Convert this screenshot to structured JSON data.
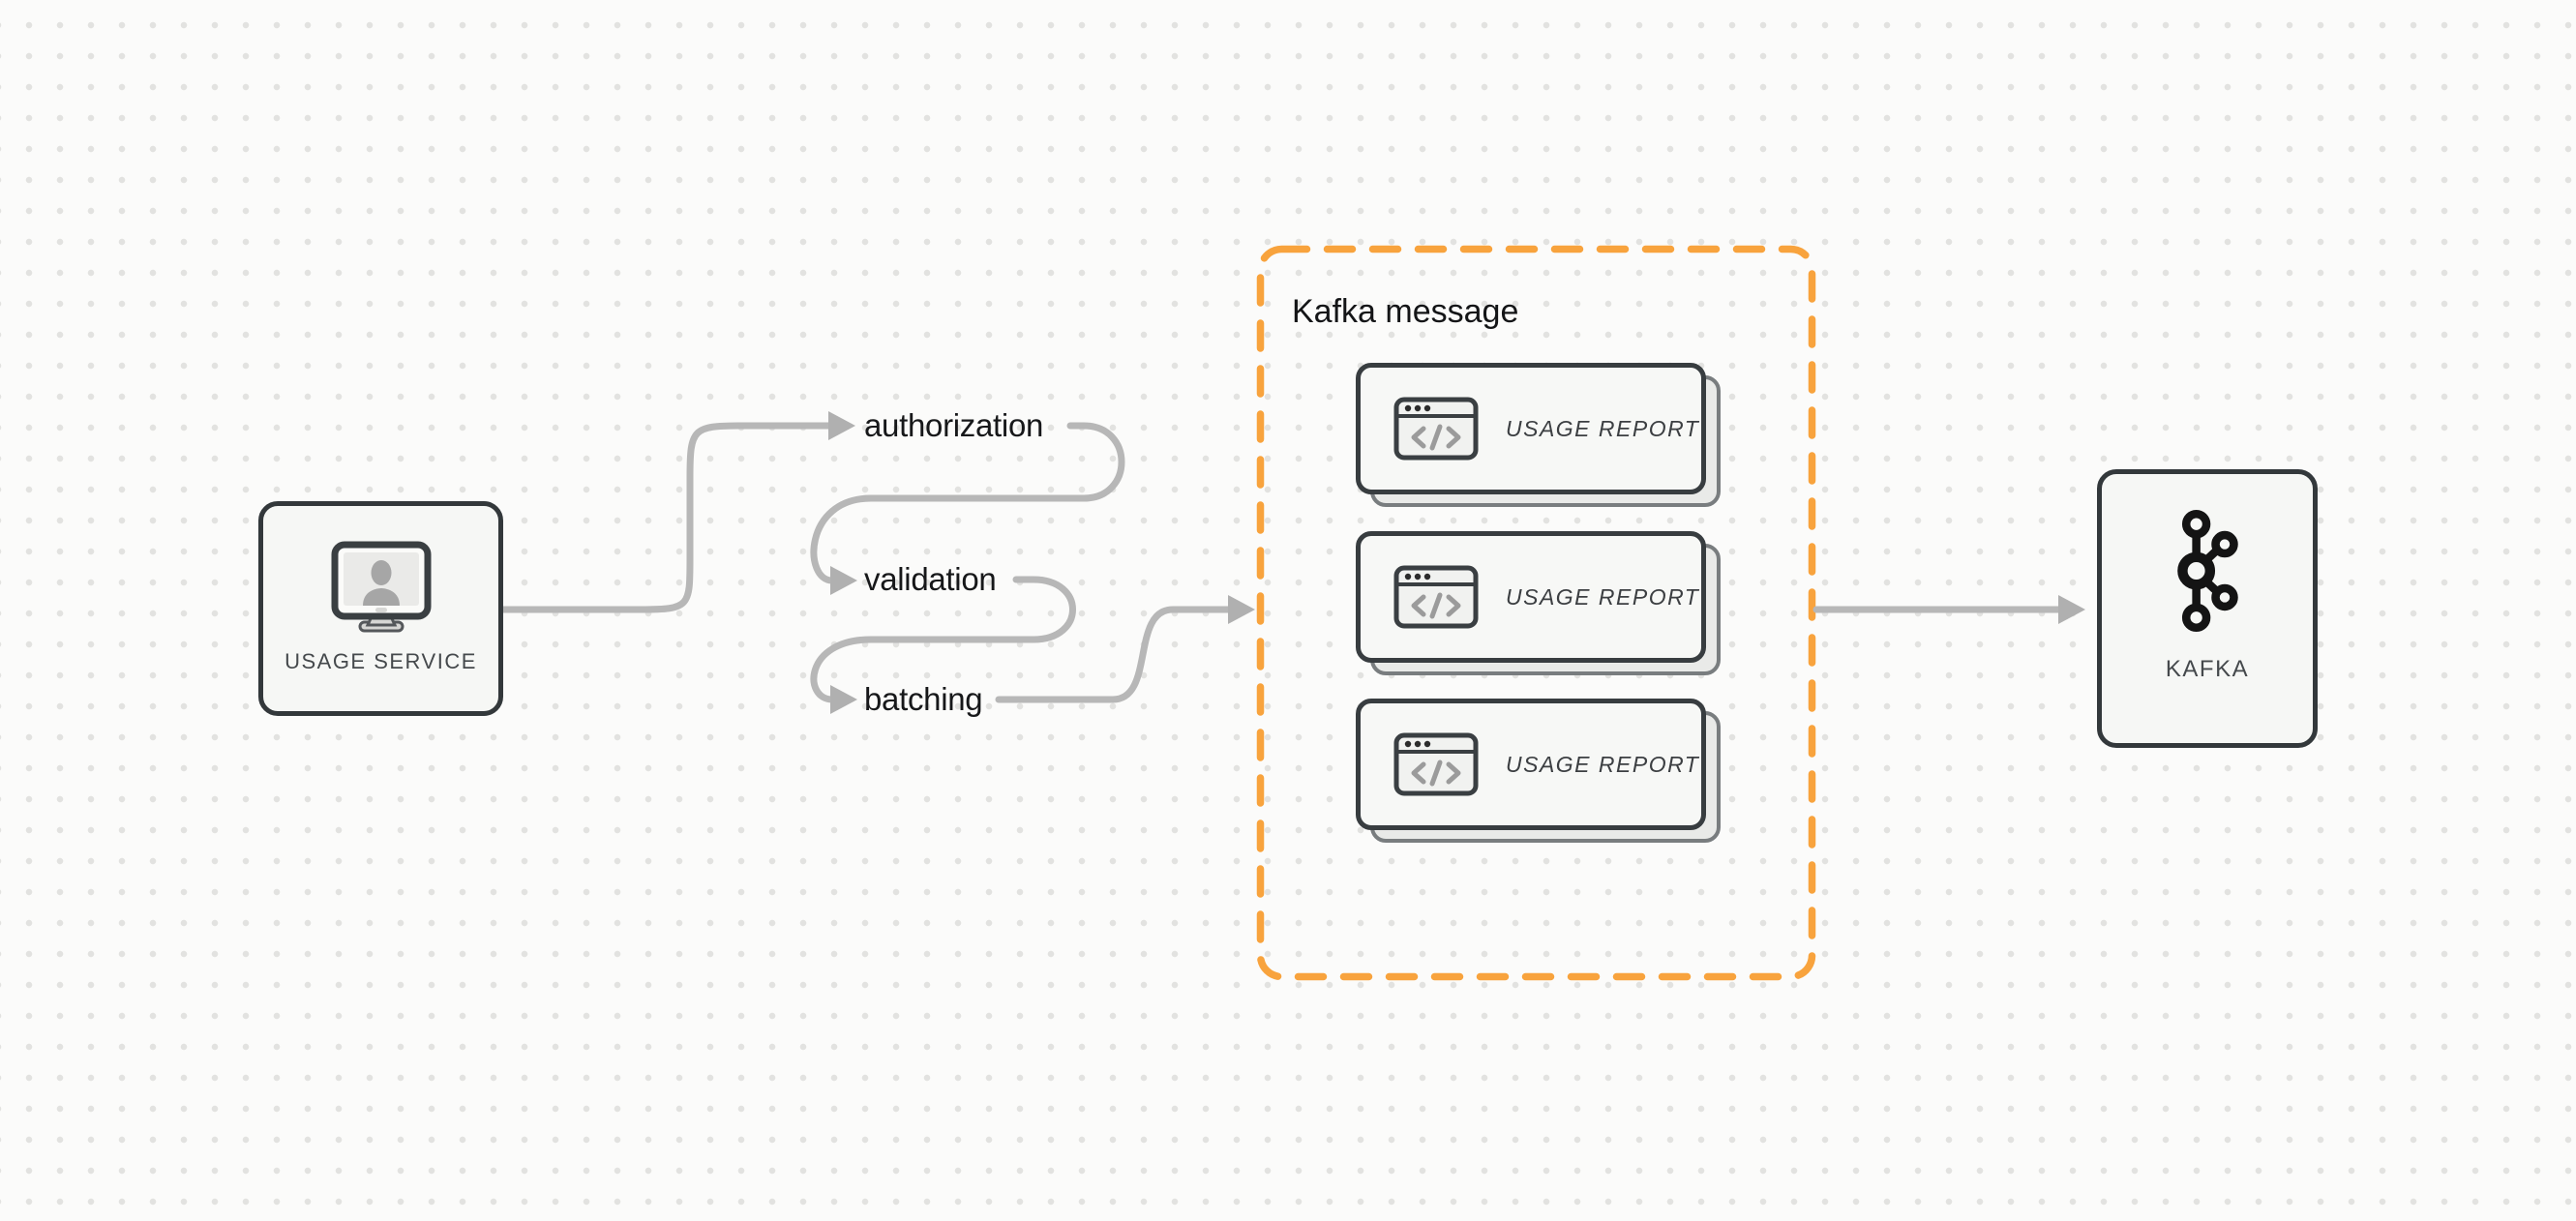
{
  "diagram": {
    "background": {
      "page_color": "#fbfbfa",
      "dot_color": "#e2e2e0"
    },
    "colors": {
      "accent_orange": "#f8a33d",
      "arrow_gray": "#b7b7b7",
      "node_border": "#33383b",
      "node_background": "#f6f7f5",
      "label_dark": "#17181a",
      "muted_text": "#45494c"
    },
    "nodes": {
      "usage_service": {
        "label": "USAGE SERVICE",
        "icon": "monitor-user-icon"
      },
      "kafka": {
        "label": "KAFKA",
        "icon": "kafka-logo-icon"
      }
    },
    "flow_steps": [
      {
        "label": "authorization"
      },
      {
        "label": "validation"
      },
      {
        "label": "batching"
      }
    ],
    "kafka_message_group": {
      "title": "Kafka message",
      "cards": [
        {
          "label": "USAGE REPORT",
          "icon": "code-window-icon"
        },
        {
          "label": "USAGE REPORT",
          "icon": "code-window-icon"
        },
        {
          "label": "USAGE REPORT",
          "icon": "code-window-icon"
        }
      ]
    }
  }
}
